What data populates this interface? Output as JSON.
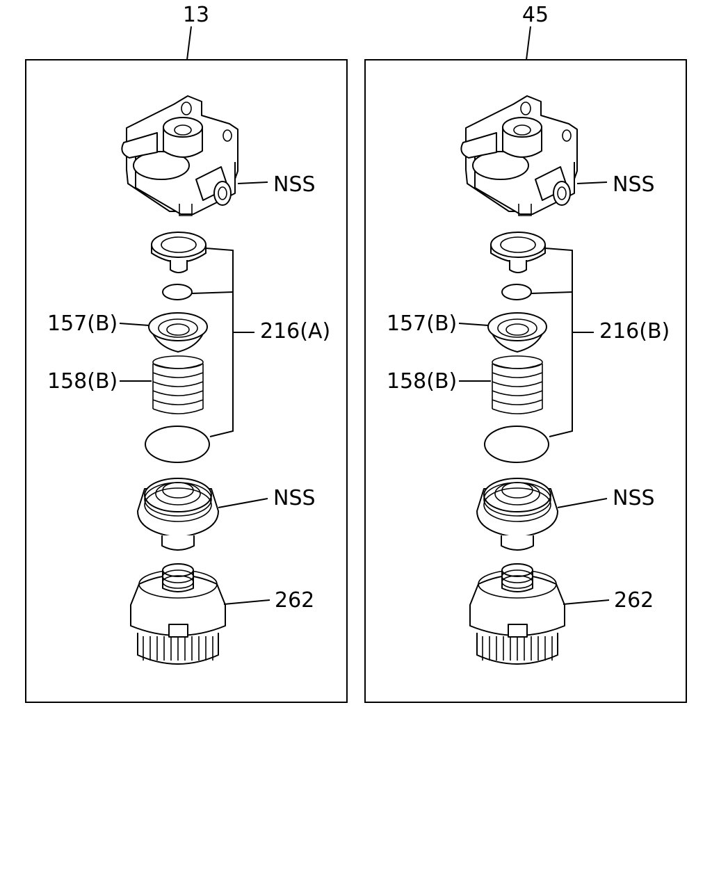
{
  "panels": [
    {
      "number": "13",
      "labels": {
        "housing": "NSS",
        "seat": "157(B)",
        "spring": "158(B)",
        "kit": "216(A)",
        "adapter": "NSS",
        "cap": "262"
      }
    },
    {
      "number": "45",
      "labels": {
        "housing": "NSS",
        "seat": "157(B)",
        "spring": "158(B)",
        "kit": "216(B)",
        "adapter": "NSS",
        "cap": "262"
      }
    }
  ],
  "colors": {
    "line": "#000000",
    "background": "#ffffff"
  }
}
